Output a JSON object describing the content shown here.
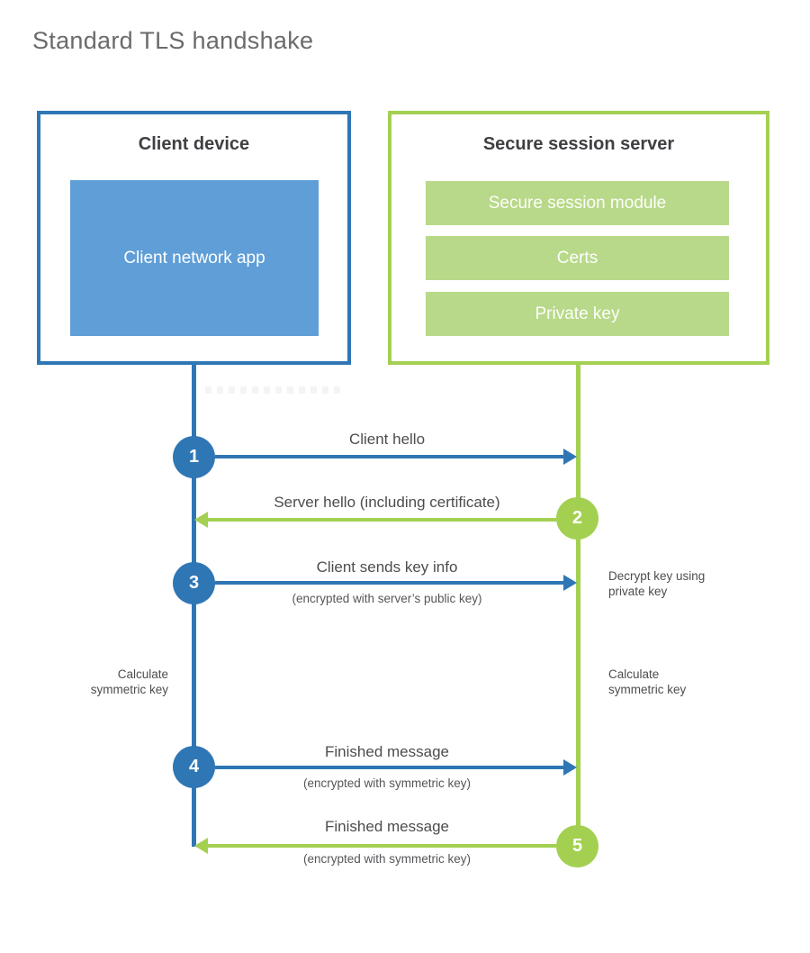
{
  "title": "Standard TLS handshake",
  "client": {
    "title": "Client device",
    "app_label": "Client network app"
  },
  "server": {
    "title": "Secure session server",
    "modules": [
      "Secure session module",
      "Certs",
      "Private key"
    ]
  },
  "steps": [
    {
      "number": "1",
      "from": "client",
      "direction": "right",
      "label": "Client hello",
      "sublabel": ""
    },
    {
      "number": "2",
      "from": "server",
      "direction": "left",
      "label": "Server hello (including certificate)",
      "sublabel": ""
    },
    {
      "number": "3",
      "from": "client",
      "direction": "right",
      "label": "Client sends key info",
      "sublabel": "(encrypted with server’s public key)"
    },
    {
      "number": "4",
      "from": "client",
      "direction": "right",
      "label": "Finished message",
      "sublabel": "(encrypted with symmetric key)"
    },
    {
      "number": "5",
      "from": "server",
      "direction": "left",
      "label": "Finished message",
      "sublabel": "(encrypted with symmetric key)"
    }
  ],
  "annotations": {
    "decrypt_note": "Decrypt key using private key",
    "client_calc_note": "Calculate symmetric key",
    "server_calc_note": "Calculate symmetric key"
  },
  "colors": {
    "blue": "#2f76b5",
    "blue_fill": "#5f9ed7",
    "green": "#a3d051",
    "green_fill": "#b8d989"
  }
}
